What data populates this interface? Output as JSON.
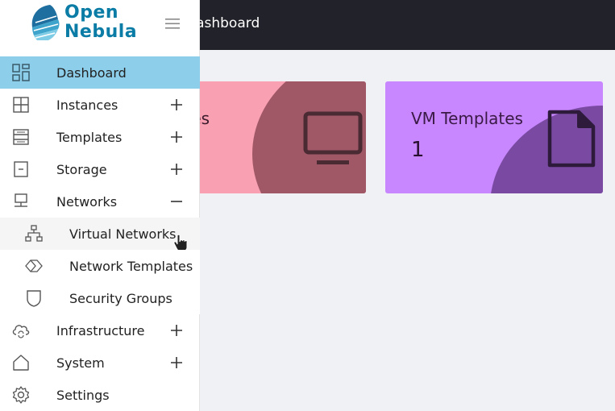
{
  "header": {
    "title": "Dashboard"
  },
  "brand": {
    "name_line1": "Open",
    "name_line2": "Nebula",
    "logo_color": "#0a7ca5"
  },
  "sidebar": {
    "menu_icon": "hamburger-icon",
    "items": [
      {
        "label": "Dashboard",
        "icon": "dashboard-icon",
        "active": true,
        "expand": null
      },
      {
        "label": "Instances",
        "icon": "instances-icon",
        "expand": "+"
      },
      {
        "label": "Templates",
        "icon": "templates-icon",
        "expand": "+"
      },
      {
        "label": "Storage",
        "icon": "storage-icon",
        "expand": "+"
      },
      {
        "label": "Networks",
        "icon": "networks-icon",
        "expand": "−",
        "expanded": true
      },
      {
        "label": "Virtual Networks",
        "icon": "virtual-networks-icon",
        "sub": true,
        "hover": true
      },
      {
        "label": "Network Templates",
        "icon": "network-templates-icon",
        "sub": true
      },
      {
        "label": "Security Groups",
        "icon": "security-groups-icon",
        "sub": true
      },
      {
        "label": "Infrastructure",
        "icon": "infrastructure-icon",
        "expand": "+"
      },
      {
        "label": "System",
        "icon": "system-icon",
        "expand": "+"
      },
      {
        "label": "Settings",
        "icon": "settings-icon",
        "expand": null
      }
    ],
    "active_color": "#8dcfeb"
  },
  "cards": [
    {
      "label": "Images",
      "visible_label": "s",
      "count": "",
      "icon": "monitor-icon",
      "bg": "#f9a0b3",
      "accent": "#a05867"
    },
    {
      "label": "VM Templates",
      "count": "1",
      "icon": "file-icon",
      "bg": "#c887ff",
      "accent": "#7a4aa3"
    }
  ]
}
